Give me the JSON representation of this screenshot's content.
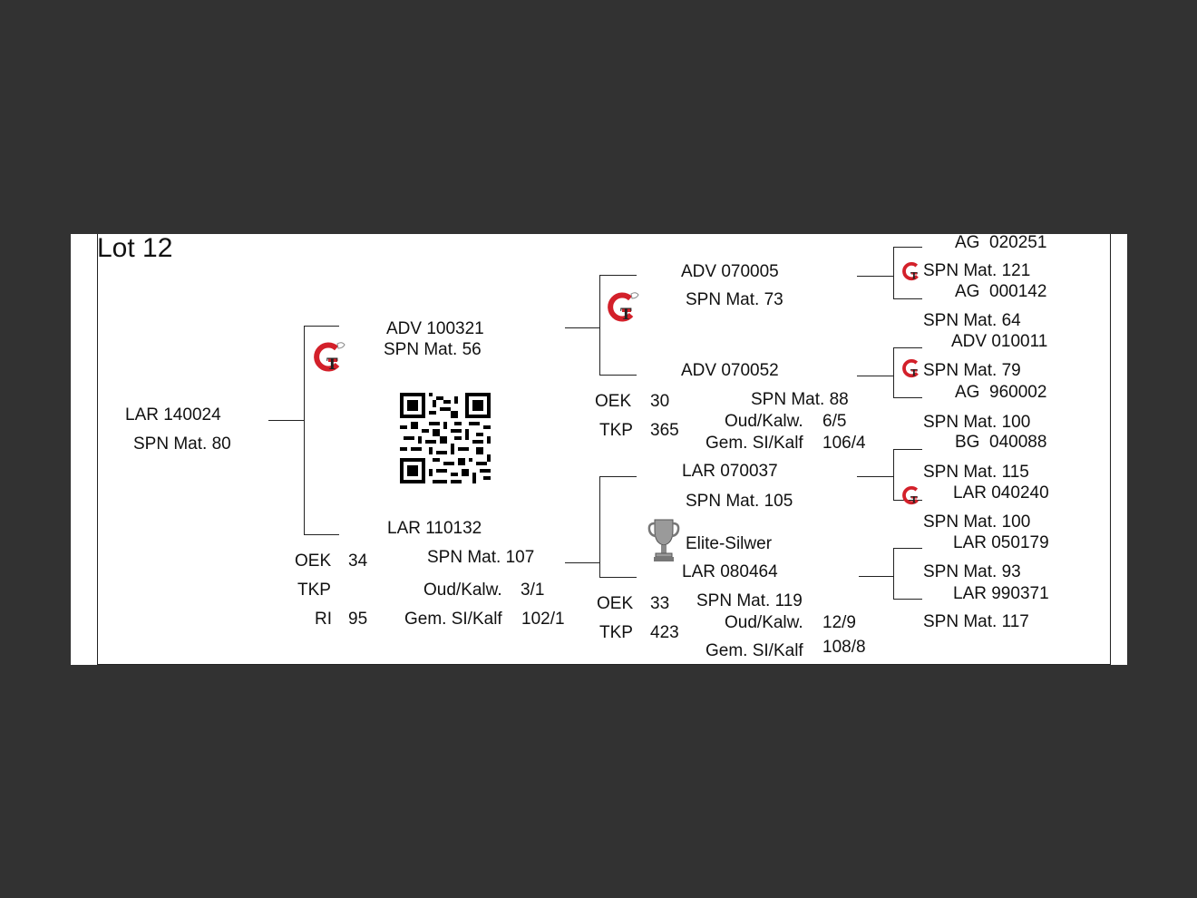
{
  "lot": {
    "title": "Lot 12"
  },
  "animal": {
    "id": "LAR 140024",
    "spn": "SPN Mat. 80"
  },
  "sire": {
    "id": "ADV 100321",
    "spn": "SPN Mat. 56"
  },
  "dam": {
    "id": "LAR 110132",
    "spn": "SPN Mat. 107",
    "oek_label": "OEK",
    "oek": "34",
    "tkp_label": "TKP",
    "ri_label": "RI",
    "ri": "95",
    "oud_label": "Oud/Kalw.",
    "oud": "3/1",
    "gem_label": "Gem. SI/Kalf",
    "gem": "102/1"
  },
  "sire_sire": {
    "id": "ADV 070005",
    "spn": "SPN Mat. 73"
  },
  "sire_dam": {
    "id": "ADV 070052",
    "spn": "SPN Mat. 88",
    "oek_label": "OEK",
    "oek": "30",
    "tkp_label": "TKP",
    "tkp": "365",
    "oud_label": "Oud/Kalw.",
    "oud": "6/5",
    "gem_label": "Gem. SI/Kalf",
    "gem": "106/4"
  },
  "dam_sire": {
    "id": "LAR 070037",
    "spn": "SPN Mat. 105"
  },
  "dam_dam": {
    "award": "Elite-Silwer",
    "id": "LAR 080464",
    "spn": "SPN Mat. 119",
    "oek_label": "OEK",
    "oek": "33",
    "tkp_label": "TKP",
    "tkp": "423",
    "oud_label": "Oud/Kalw.",
    "oud": "12/9",
    "gem_label": "Gem. SI/Kalf",
    "gem": "108/8"
  },
  "gg": [
    {
      "id": "AG  020251",
      "spn": "SPN Mat. 121"
    },
    {
      "id": "AG  000142",
      "spn": "SPN Mat. 64"
    },
    {
      "id": "ADV 010011",
      "spn": "SPN Mat. 79"
    },
    {
      "id": "AG  960002",
      "spn": "SPN Mat. 100"
    },
    {
      "id": "BG  040088",
      "spn": "SPN Mat. 115"
    },
    {
      "id": "LAR 040240",
      "spn": "SPN Mat. 100"
    },
    {
      "id": "LAR 050179",
      "spn": "SPN Mat. 93"
    },
    {
      "id": "LAR 990371",
      "spn": "SPN Mat. 117"
    }
  ],
  "colors": {
    "logo_red": "#d3202a",
    "logo_dark": "#222222",
    "trophy": "#9a9a9a",
    "background": "#323232"
  }
}
